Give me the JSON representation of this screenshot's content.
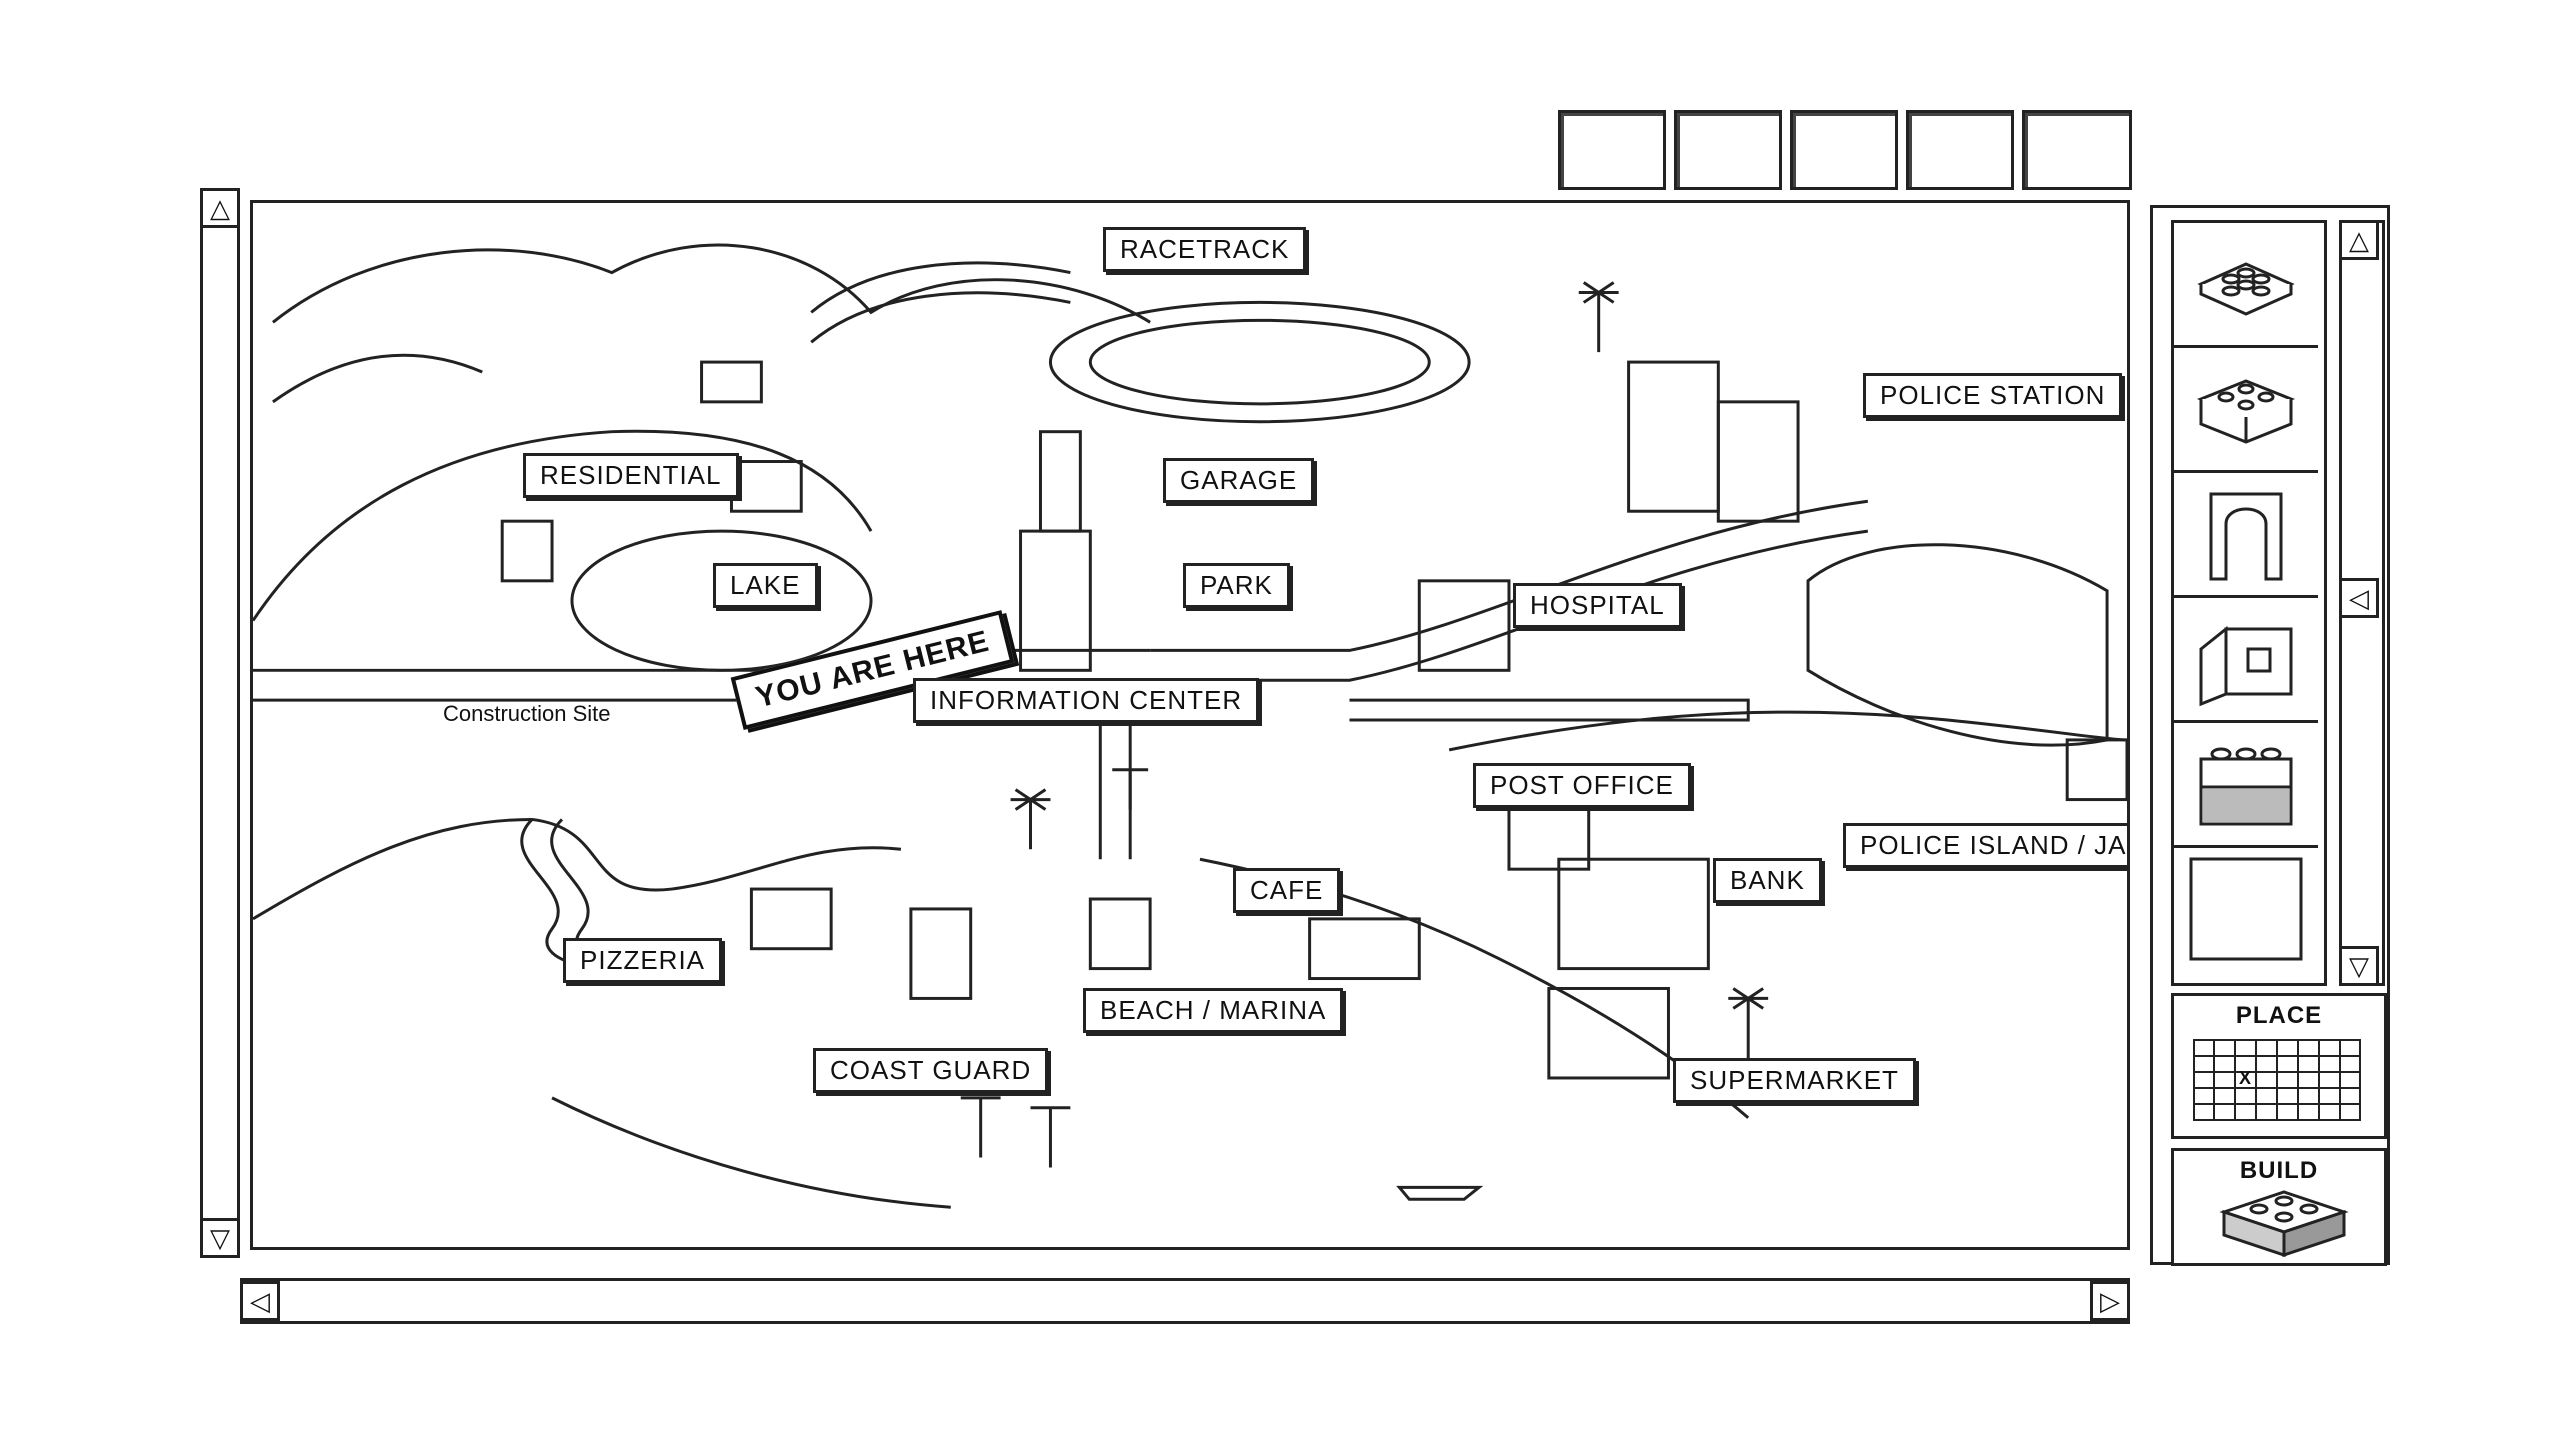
{
  "top_tabs": [
    "",
    "",
    "",
    "",
    ""
  ],
  "map": {
    "labels": {
      "racetrack": "RACETRACK",
      "police_station": "POLICE STATION",
      "residential": "RESIDENTIAL",
      "garage": "GARAGE",
      "lake": "LAKE",
      "park": "PARK",
      "hospital": "HOSPITAL",
      "you_are_here": "YOU ARE HERE",
      "construction_site": "Construction Site",
      "information_center": "INFORMATION CENTER",
      "post_office": "POST OFFICE",
      "police_island_jail": "POLICE ISLAND / JAIL",
      "bank": "BANK",
      "cafe": "CAFE",
      "pizzeria": "PIZZERIA",
      "beach_marina": "BEACH / MARINA",
      "coast_guard": "COAST GUARD",
      "supermarket": "SUPERMARKET"
    }
  },
  "scrollbars": {
    "up": "△",
    "down": "▽",
    "left": "◁",
    "right": "▷"
  },
  "palette": {
    "items": [
      {
        "icon": "flat-plate-icon"
      },
      {
        "icon": "brick-2x4-icon"
      },
      {
        "icon": "arch-icon"
      },
      {
        "icon": "window-panel-icon"
      },
      {
        "icon": "brick-shaded-icon"
      },
      {
        "icon": "empty-slot-icon"
      }
    ],
    "place_title": "PLACE",
    "place_marker": "X",
    "build_title": "BUILD"
  }
}
